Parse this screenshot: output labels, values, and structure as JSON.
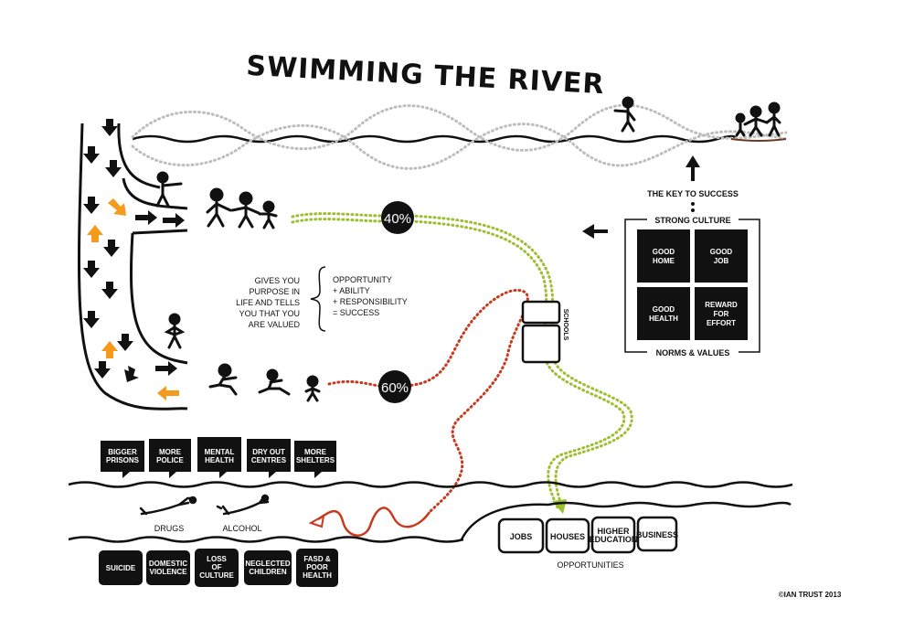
{
  "title": "SWIMMING THE RIVER",
  "percent_top": "40%",
  "percent_bottom": "60%",
  "purpose_text": [
    "GIVES YOU",
    "PURPOSE IN",
    "LIFE AND TELLS",
    "YOU THAT YOU",
    "ARE VALUED"
  ],
  "success_formula": [
    "OPPORTUNITY",
    "+ ABILITY",
    "+ RESPONSIBILITY",
    "= SUCCESS"
  ],
  "key_to_success": "THE KEY TO SUCCESS",
  "strong_culture": "STRONG CULTURE",
  "norms_values": "NORMS & VALUES",
  "culture_boxes": [
    [
      "GOOD",
      "HOME"
    ],
    [
      "GOOD",
      "JOB"
    ],
    [
      "GOOD",
      "HEALTH"
    ],
    [
      "REWARD",
      "FOR",
      "EFFORT"
    ]
  ],
  "schools_label": "SCHOOLS",
  "interventions": [
    [
      "BIGGER",
      "PRISONS"
    ],
    [
      "MORE",
      "POLICE"
    ],
    [
      "MENTAL",
      "HEALTH"
    ],
    [
      "DRY OUT",
      "CENTRES"
    ],
    [
      "MORE",
      "SHELTERS"
    ]
  ],
  "drugs": "DRUGS",
  "alcohol": "ALCOHOL",
  "outcomes": [
    [
      "SUICIDE"
    ],
    [
      "DOMESTIC",
      "VIOLENCE"
    ],
    [
      "LOSS",
      "OF",
      "CULTURE"
    ],
    [
      "NEGLECTED",
      "CHILDREN"
    ],
    [
      "FASD &",
      "POOR",
      "HEALTH"
    ]
  ],
  "opportunities_items": [
    [
      "JOBS"
    ],
    [
      "HOUSES"
    ],
    [
      "HIGHER",
      "EDUCATION"
    ],
    [
      "BUSINESS"
    ]
  ],
  "opportunities_label": "OPPORTUNITIES",
  "credit": "©IAN TRUST 2013",
  "colors": {
    "green": "#9bbf2f",
    "red": "#c8391e",
    "orange": "#f59a1d",
    "ink": "#111111",
    "grey": "#bdbdbd"
  }
}
